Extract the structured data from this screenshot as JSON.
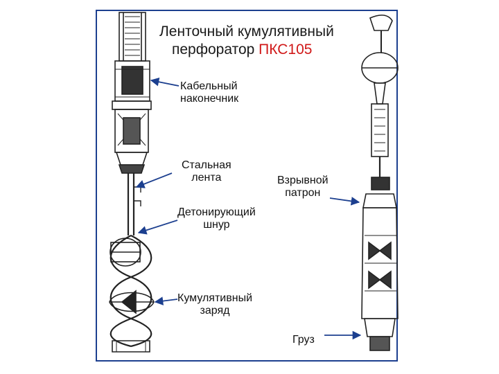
{
  "title": {
    "line1": "Ленточный кумулятивный",
    "line2_prefix": "перфоратор ",
    "line2_accent": "ПКС105",
    "accent_color": "#d01818"
  },
  "labels": {
    "cable_head": [
      "Кабельный",
      "наконечник"
    ],
    "steel_strip": [
      "Стальная",
      "лента"
    ],
    "detonating_cord": [
      "Детонирующий",
      "шнур"
    ],
    "shaped_charge": [
      "Кумулятивный",
      "заряд"
    ],
    "blasting_cap": [
      "Взрывной",
      "патрон"
    ],
    "weight": [
      "Груз"
    ]
  },
  "colors": {
    "frame": "#1c3f8f",
    "arrows": "#1c3f8f",
    "drawing": "#222222"
  }
}
